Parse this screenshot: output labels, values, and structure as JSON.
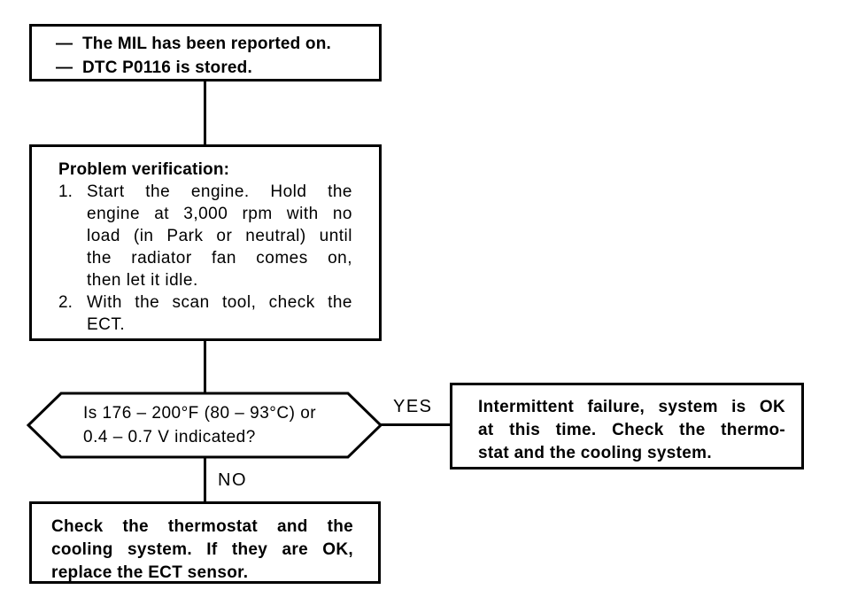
{
  "colors": {
    "ink": "#000000",
    "paper": "#ffffff"
  },
  "flowchart": {
    "start_box": {
      "bullet": "—",
      "items": [
        "The MIL has been reported on.",
        "DTC P0116 is stored."
      ]
    },
    "verification_box": {
      "title": "Problem verification:",
      "steps": [
        {
          "num": "1.",
          "lines": [
            "Start the engine. Hold the",
            "engine at 3,000 rpm with no",
            "load (in Park or neutral) until",
            "the radiator fan comes on,",
            "then let it idle."
          ]
        },
        {
          "num": "2.",
          "lines": [
            "With the scan tool, check the",
            "ECT."
          ]
        }
      ]
    },
    "decision_node": {
      "lines": [
        "Is 176 – 200°F (80 – 93°C) or",
        "0.4 – 0.7 V indicated?"
      ]
    },
    "yes_label": "YES",
    "no_label": "NO",
    "yes_outcome_box": {
      "lines": [
        "Intermittent failure, system is OK",
        "at this time. Check the thermo-",
        "stat and the cooling system."
      ]
    },
    "no_outcome_box": {
      "lines": [
        "Check the thermostat and the",
        "cooling system. If they are OK,",
        "replace the ECT sensor."
      ]
    }
  }
}
